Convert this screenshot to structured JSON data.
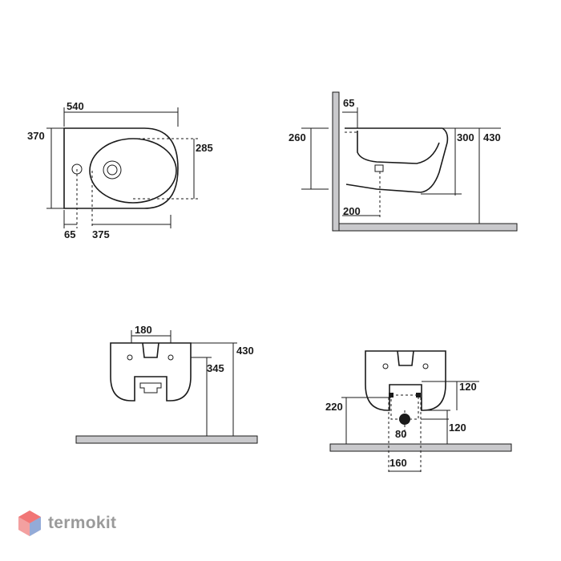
{
  "views": {
    "top": {
      "width": "540",
      "depth": "370",
      "bowl": "285",
      "hole_offset": "65",
      "bowl_offset": "375"
    },
    "side": {
      "wall_gap": "65",
      "rim_height": "260",
      "height_300": "300",
      "height_430": "430",
      "front_depth": "200"
    },
    "front": {
      "top_width": "180",
      "height_345": "345",
      "height_430": "430"
    },
    "rear": {
      "spacing_v1": "120",
      "spacing_v2": "120",
      "height_220": "220",
      "drain": "80",
      "bolt_spacing": "160"
    }
  },
  "watermark": {
    "text": "termokit",
    "logo_colors": [
      "#f06a6a",
      "#7aa7e0"
    ]
  }
}
